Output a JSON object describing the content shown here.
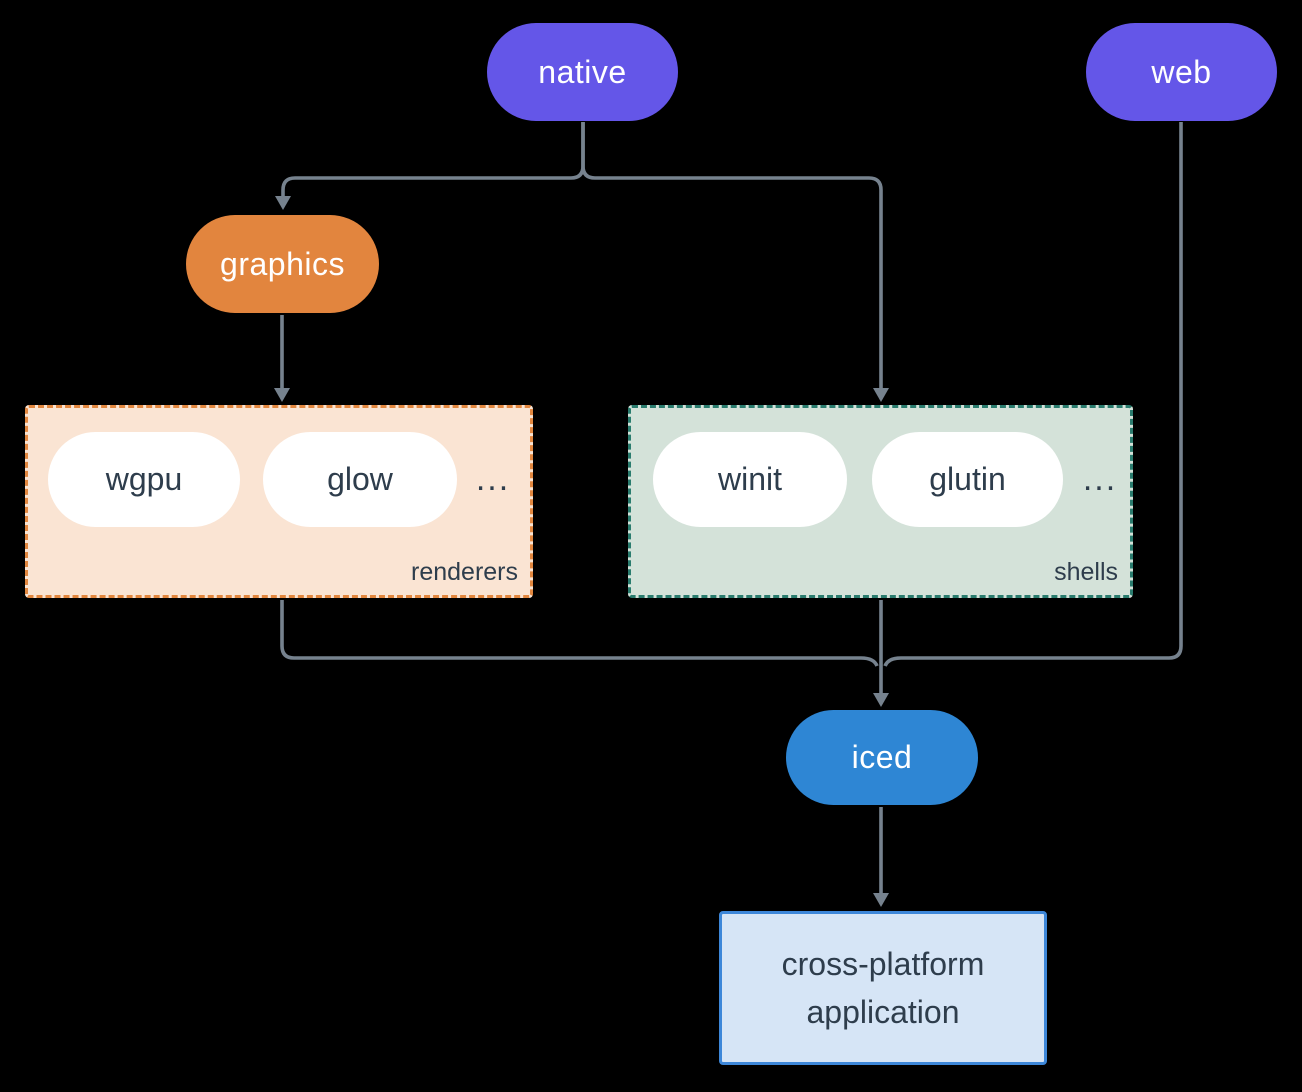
{
  "diagram": {
    "background": "#000000",
    "connector_color": "#76828e",
    "text_color": "#2e3d4c"
  },
  "nodes": {
    "native": {
      "label": "native",
      "color": "#6456e8"
    },
    "web": {
      "label": "web",
      "color": "#6456e8"
    },
    "graphics": {
      "label": "graphics",
      "color": "#e2853e"
    },
    "iced": {
      "label": "iced",
      "color": "#2e86d4"
    },
    "application": {
      "label": "cross-platform application",
      "fill": "#d6e5f6",
      "border": "#3d87d9"
    }
  },
  "groups": {
    "renderers": {
      "label": "renderers",
      "items": [
        "wgpu",
        "glow"
      ],
      "ellipsis": "...",
      "fill": "#fae4d3",
      "border": "#e2873f"
    },
    "shells": {
      "label": "shells",
      "items": [
        "winit",
        "glutin"
      ],
      "ellipsis": "...",
      "fill": "#d4e2d9",
      "border": "#2a7c6e"
    }
  }
}
